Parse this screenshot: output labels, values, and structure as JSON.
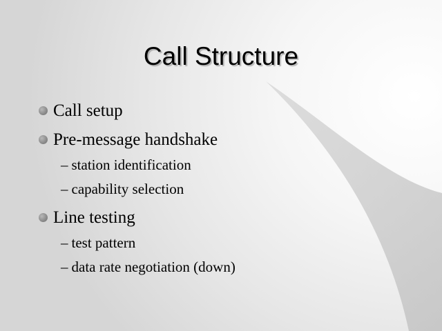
{
  "slide": {
    "title": "Call Structure",
    "bullets": [
      {
        "text": "Call setup",
        "sub": []
      },
      {
        "text": "Pre-message handshake",
        "sub": [
          "station identification",
          "capability selection"
        ]
      },
      {
        "text": "Line testing",
        "sub": [
          "test pattern",
          "data rate negotiation (down)"
        ]
      }
    ],
    "sub_marker": "–",
    "bullet_icon": "bullet-dot-icon",
    "colors": {
      "text": "#000000",
      "bullet": "#8a8a8a",
      "background": "#e6e6e6"
    }
  }
}
